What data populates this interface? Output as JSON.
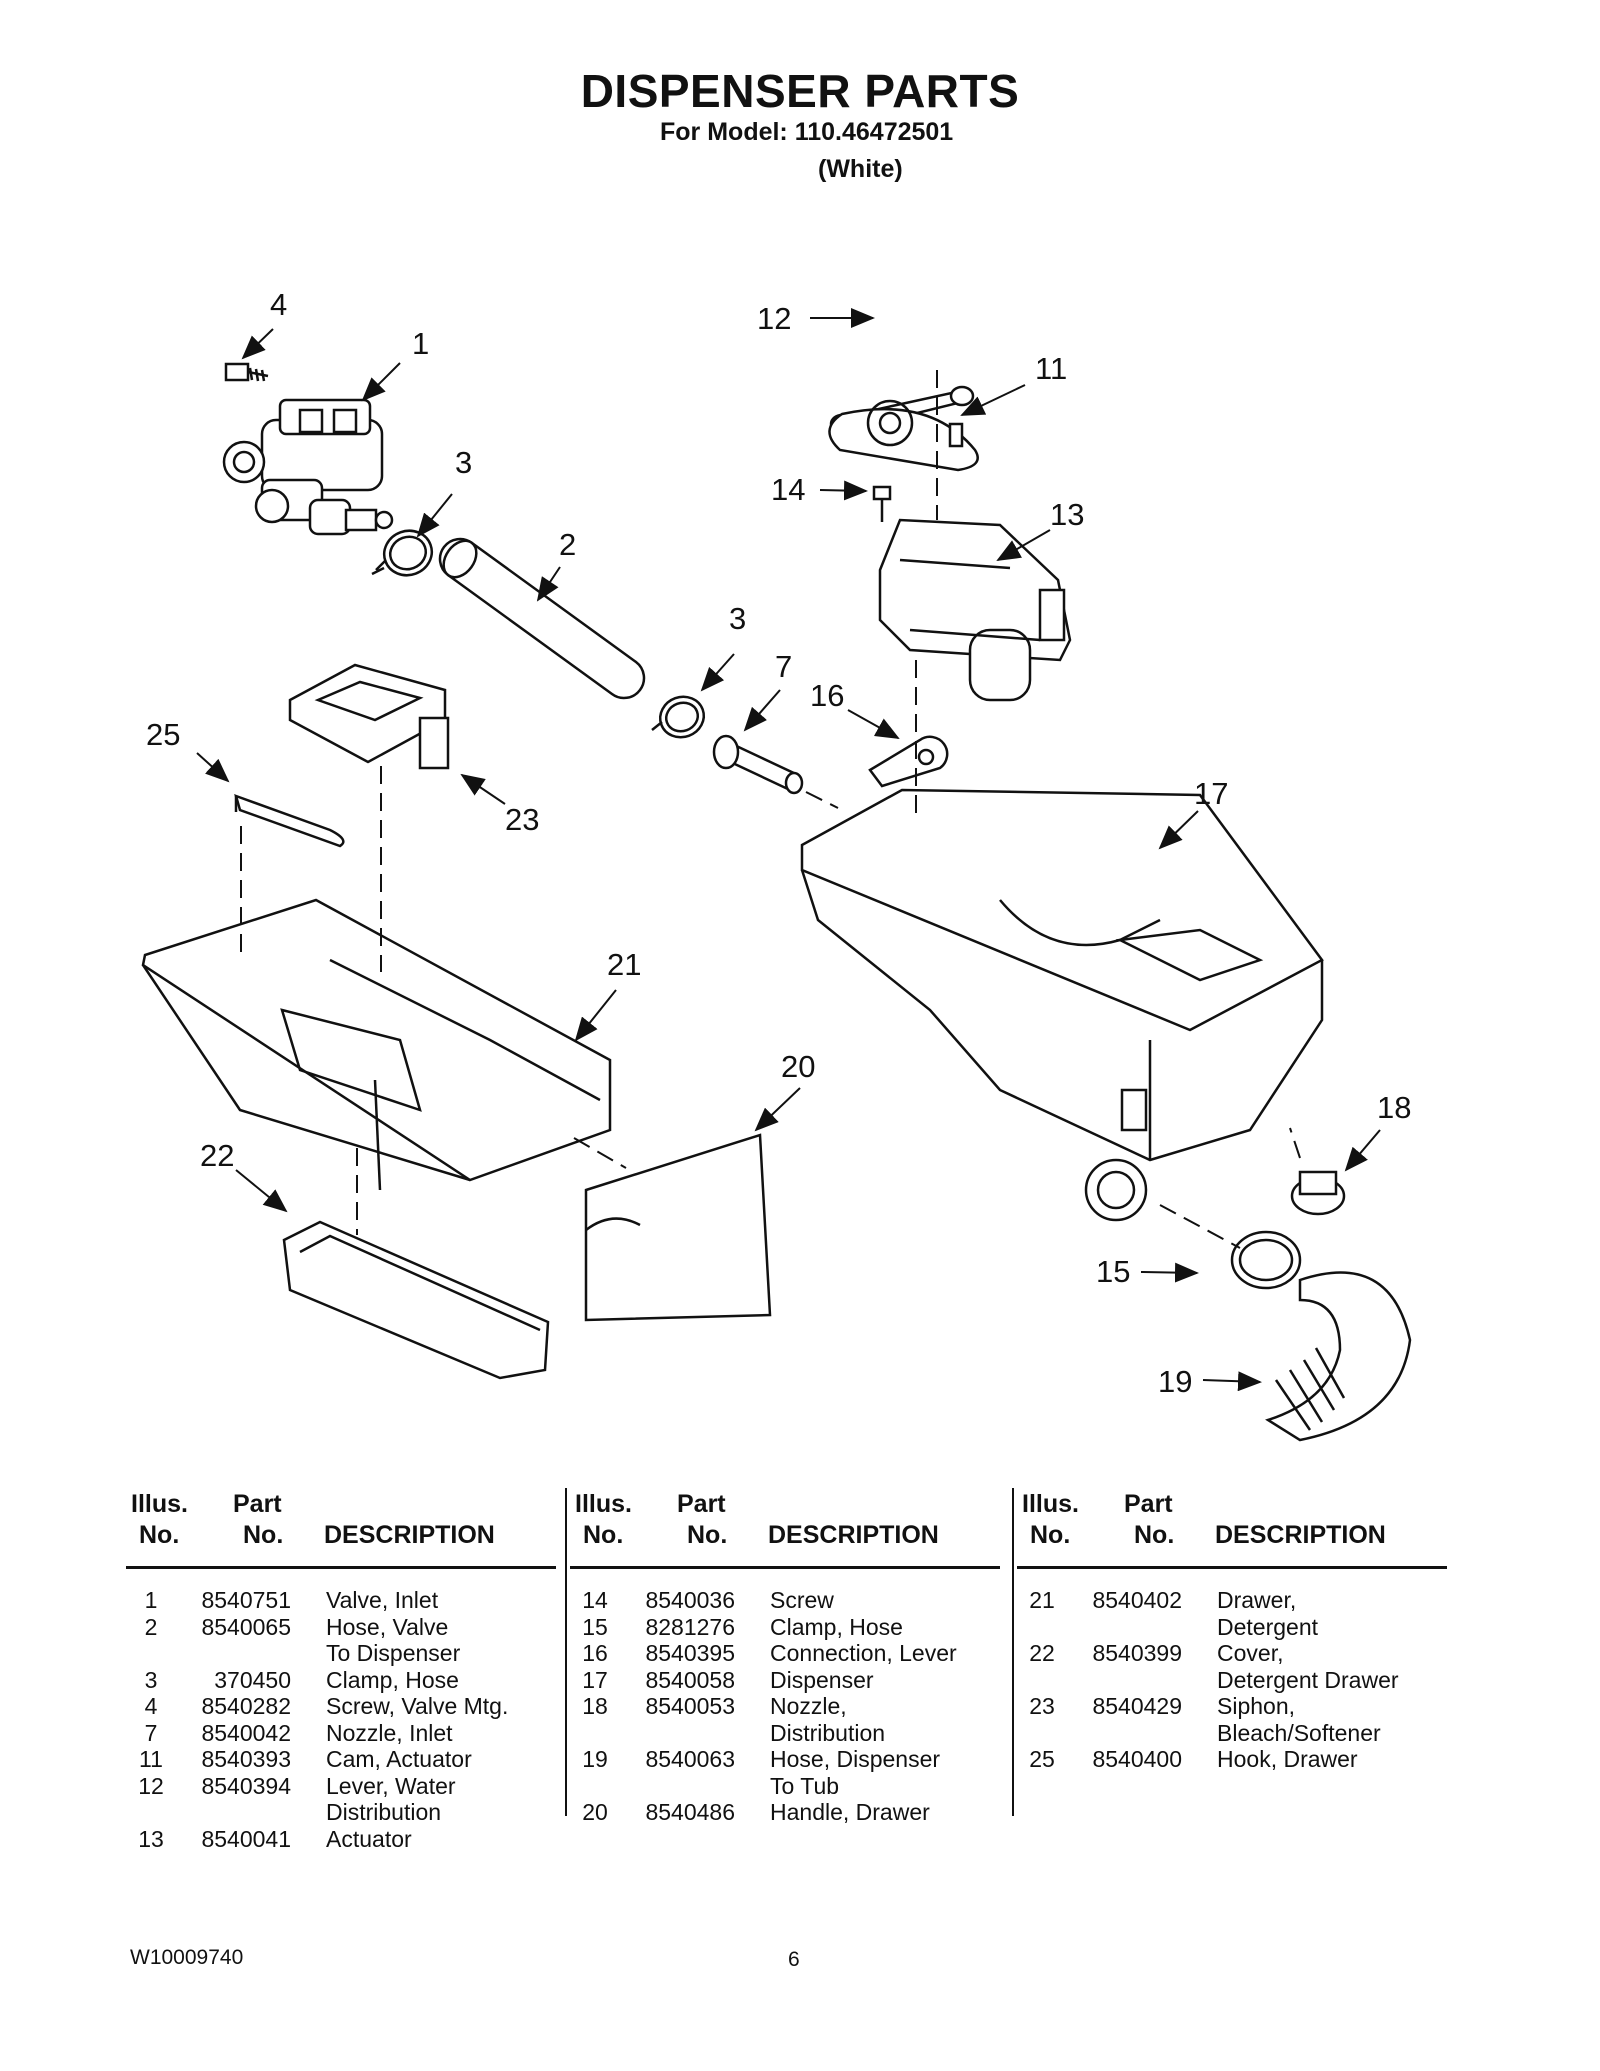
{
  "header": {
    "title": "DISPENSER PARTS",
    "model_line": "For Model: 110.46472501",
    "color_line": "(White)"
  },
  "diagram": {
    "callouts": [
      "4",
      "1",
      "3",
      "2",
      "3",
      "7",
      "12",
      "11",
      "14",
      "13",
      "16",
      "25",
      "23",
      "17",
      "21",
      "20",
      "18",
      "22",
      "15",
      "19"
    ]
  },
  "table": {
    "headers": {
      "illus_top": "Illus.",
      "illus_bottom": "No.",
      "part_top": "Part",
      "part_bottom": "No.",
      "description": "DESCRIPTION"
    },
    "columns": [
      [
        {
          "no": "1",
          "part": "8540751",
          "desc": [
            "Valve, Inlet"
          ]
        },
        {
          "no": "2",
          "part": "8540065",
          "desc": [
            "Hose, Valve",
            "To Dispenser"
          ]
        },
        {
          "no": "3",
          "part": "370450",
          "desc": [
            "Clamp, Hose"
          ]
        },
        {
          "no": "4",
          "part": "8540282",
          "desc": [
            "Screw, Valve Mtg."
          ]
        },
        {
          "no": "7",
          "part": "8540042",
          "desc": [
            "Nozzle, Inlet"
          ]
        },
        {
          "no": "11",
          "part": "8540393",
          "desc": [
            "Cam, Actuator"
          ]
        },
        {
          "no": "12",
          "part": "8540394",
          "desc": [
            "Lever, Water",
            "Distribution"
          ]
        },
        {
          "no": "13",
          "part": "8540041",
          "desc": [
            "Actuator"
          ]
        }
      ],
      [
        {
          "no": "14",
          "part": "8540036",
          "desc": [
            "Screw"
          ]
        },
        {
          "no": "15",
          "part": "8281276",
          "desc": [
            "Clamp, Hose"
          ]
        },
        {
          "no": "16",
          "part": "8540395",
          "desc": [
            "Connection, Lever"
          ]
        },
        {
          "no": "17",
          "part": "8540058",
          "desc": [
            "Dispenser"
          ]
        },
        {
          "no": "18",
          "part": "8540053",
          "desc": [
            "Nozzle,",
            "Distribution"
          ]
        },
        {
          "no": "19",
          "part": "8540063",
          "desc": [
            "Hose, Dispenser",
            "To Tub"
          ]
        },
        {
          "no": "20",
          "part": "8540486",
          "desc": [
            "Handle, Drawer"
          ]
        }
      ],
      [
        {
          "no": "21",
          "part": "8540402",
          "desc": [
            "Drawer,",
            "Detergent"
          ]
        },
        {
          "no": "22",
          "part": "8540399",
          "desc": [
            "Cover,",
            "Detergent Drawer"
          ]
        },
        {
          "no": "23",
          "part": "8540429",
          "desc": [
            "Siphon,",
            "Bleach/Softener"
          ]
        },
        {
          "no": "25",
          "part": "8540400",
          "desc": [
            "Hook, Drawer"
          ]
        }
      ]
    ]
  },
  "footer": {
    "doc_number": "W10009740",
    "page_number": "6"
  }
}
